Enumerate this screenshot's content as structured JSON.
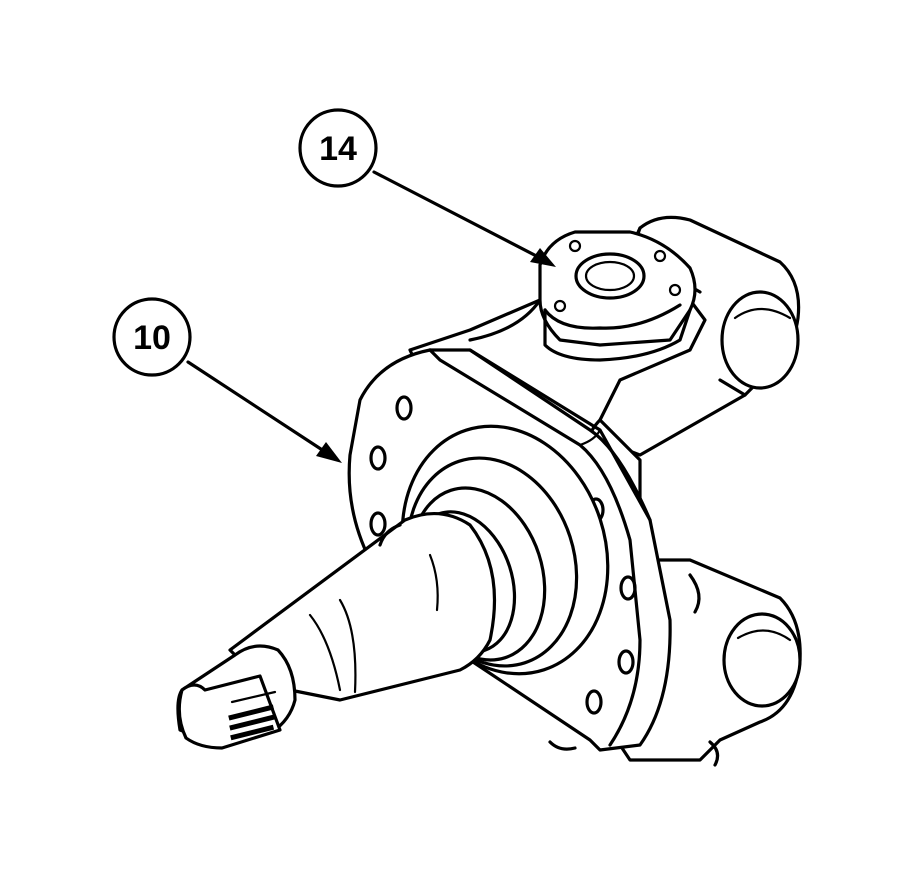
{
  "callouts": [
    {
      "id": "callout-14",
      "label": "14"
    },
    {
      "id": "callout-10",
      "label": "10"
    }
  ],
  "colors": {
    "ink": "#000000",
    "paper": "#ffffff"
  }
}
